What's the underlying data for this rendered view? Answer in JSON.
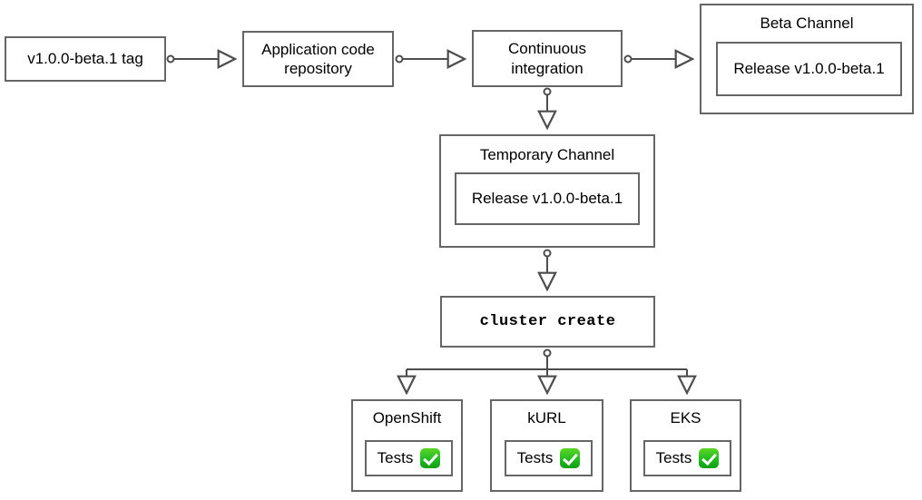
{
  "diagram": {
    "title": "Release channel CI flow",
    "type": "flowchart",
    "colors": {
      "stroke": "#666666",
      "text": "#000000",
      "background": "#ffffff",
      "check_green": "#22bb22"
    },
    "nodes": [
      {
        "id": "tag",
        "label": "v1.0.0-beta.1 tag"
      },
      {
        "id": "repo",
        "label": "Application code repository"
      },
      {
        "id": "ci",
        "label": "Continuous integration"
      },
      {
        "id": "beta",
        "label": "Beta Channel",
        "inner_label": "Release v1.0.0-beta.1"
      },
      {
        "id": "temp",
        "label": "Temporary Channel",
        "inner_label": "Release v1.0.0-beta.1"
      },
      {
        "id": "cluster",
        "label": "cluster create"
      },
      {
        "id": "openshift",
        "label": "OpenShift",
        "inner_label": "Tests",
        "status_icon": "check-mark-icon"
      },
      {
        "id": "kurl",
        "label": "kURL",
        "inner_label": "Tests",
        "status_icon": "check-mark-icon"
      },
      {
        "id": "eks",
        "label": "EKS",
        "inner_label": "Tests",
        "status_icon": "check-mark-icon"
      }
    ],
    "edges": [
      {
        "from": "tag",
        "to": "repo"
      },
      {
        "from": "repo",
        "to": "ci"
      },
      {
        "from": "ci",
        "to": "beta"
      },
      {
        "from": "ci",
        "to": "temp"
      },
      {
        "from": "temp",
        "to": "cluster"
      },
      {
        "from": "cluster",
        "to": "openshift"
      },
      {
        "from": "cluster",
        "to": "kurl"
      },
      {
        "from": "cluster",
        "to": "eks"
      }
    ]
  },
  "labels": {
    "tag": "v1.0.0-beta.1 tag",
    "repo_line1": "Application code",
    "repo_line2": "repository",
    "ci_line1": "Continuous",
    "ci_line2": "integration",
    "beta_title": "Beta Channel",
    "beta_release": "Release v1.0.0-beta.1",
    "temp_title": "Temporary Channel",
    "temp_release": "Release v1.0.0-beta.1",
    "cluster_create": "cluster create",
    "openshift_title": "OpenShift",
    "kurl_title": "kURL",
    "eks_title": "EKS",
    "tests": "Tests"
  }
}
